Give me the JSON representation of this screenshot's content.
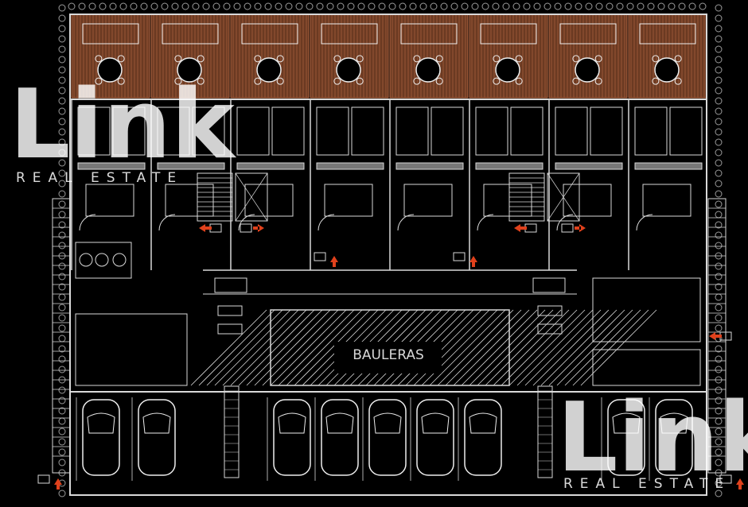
{
  "watermark": {
    "brand": "Link",
    "tagline": "REAL ESTATE"
  },
  "plan": {
    "central_label": "BAULERAS",
    "units_count": 8,
    "colors": {
      "background": "#000000",
      "line": "#d9d9d9",
      "deck": "#6b3a22",
      "deck_line": "#b86a45",
      "door_marker": "#e0411c",
      "hedge": "#9a9a9a"
    }
  }
}
